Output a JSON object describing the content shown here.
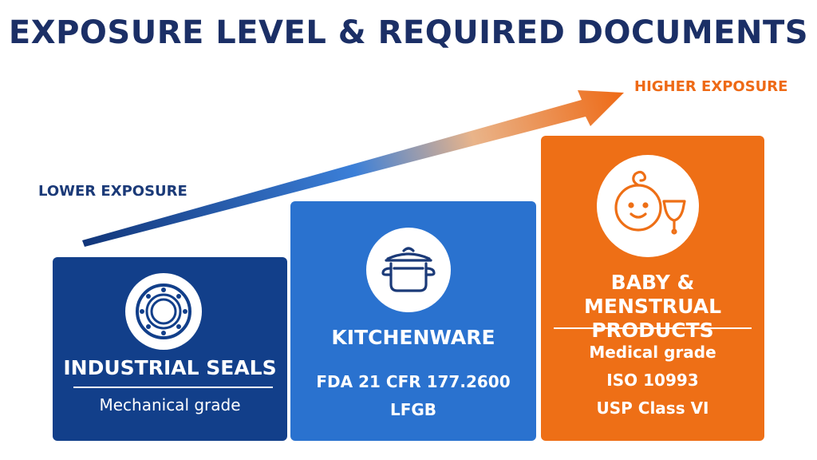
{
  "title": "EXPOSURE LEVEL & REQUIRED DOCUMENTS",
  "axis": {
    "low_label": "LOWER EXPOSURE",
    "high_label": "HIGHER EXPOSURE"
  },
  "colors": {
    "title": "#1b2f66",
    "industrial": "#123f8a",
    "kitchenware": "#2a72cf",
    "baby": "#ee6f16"
  },
  "cards": [
    {
      "id": "industrial",
      "icon": "seal-ring-icon",
      "title_lines": [
        "INDUSTRIAL SEALS"
      ],
      "documents": [
        "Mechanical grade"
      ]
    },
    {
      "id": "kitchenware",
      "icon": "cooking-pot-icon",
      "title_lines": [
        "KITCHENWARE"
      ],
      "documents": [
        "FDA 21 CFR 177.2600",
        "LFGB"
      ]
    },
    {
      "id": "baby",
      "icon": "baby-and-cup-icon",
      "title_lines": [
        "BABY & MENSTRUAL",
        "PRODUCTS"
      ],
      "documents": [
        "Medical grade",
        "ISO 10993",
        "USP Class VI"
      ]
    }
  ]
}
